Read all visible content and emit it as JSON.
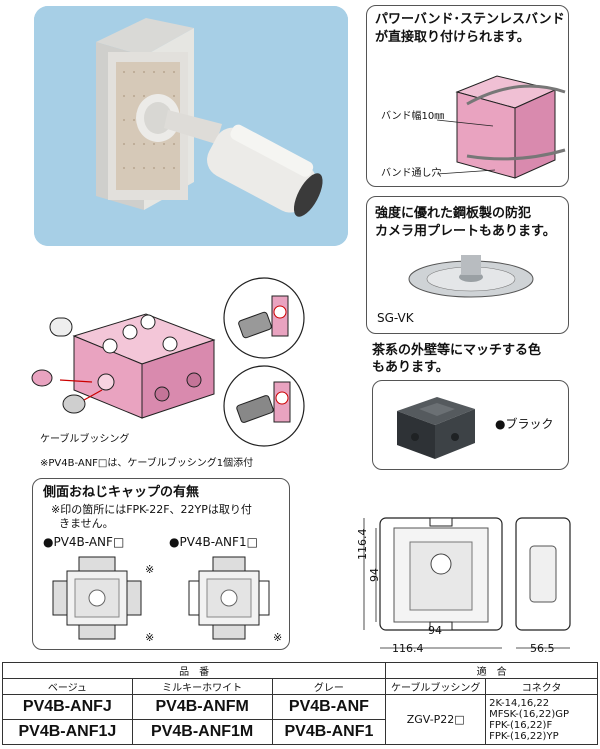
{
  "panel_band": {
    "title_line1": "パワーバンド･ステンレスバンド",
    "title_line2": "が直接取り付けられます。",
    "label_band_width": "バンド幅10㎜",
    "label_band_hole": "バンド通し穴"
  },
  "panel_plate": {
    "title_line1": "強度に優れた鋼板製の防犯",
    "title_line2": "カメラ用プレートもあります。",
    "model": "SG-VK"
  },
  "brown_note": {
    "line1": "茶系の外壁等にマッチする色",
    "line2": "もあります。"
  },
  "black_panel": {
    "label": "●ブラック"
  },
  "bushing": {
    "label": "ケーブルブッシング",
    "note": "※PV4B-ANF□は、ケーブルブッシング1個添付"
  },
  "cap_panel": {
    "title": "側面おねじキャップの有無",
    "note_line1": "※印の箇所にはFPK-22F、22YPは取り付",
    "note_line2": "きません。",
    "label_left": "●PV4B-ANF□",
    "label_right": "●PV4B-ANF1□",
    "mark": "※"
  },
  "dimensions": {
    "width": "116.4",
    "height": "116.4",
    "inner_w": "94",
    "inner_h": "94",
    "depth": "56.5"
  },
  "table": {
    "group_part": "品　番",
    "group_fit": "適　合",
    "headers": [
      "ベージュ",
      "ミルキーホワイト",
      "グレー",
      "ケーブルブッシング",
      "コネクタ"
    ],
    "rows": [
      [
        "PV4B-ANFJ",
        "PV4B-ANFM",
        "PV4B-ANF"
      ],
      [
        "PV4B-ANF1J",
        "PV4B-ANF1M",
        "PV4B-ANF1"
      ]
    ],
    "bushing": "ZGV-P22□",
    "connectors": [
      "2K-14,16,22",
      "MFSK-(16,22)GP",
      "FPK-(16,22)F",
      "FPK-(16,22)YP"
    ]
  },
  "colors": {
    "pink": "#e9a3c0",
    "photo_bg": "#a7cfe6",
    "black_box": "#2e3236"
  }
}
